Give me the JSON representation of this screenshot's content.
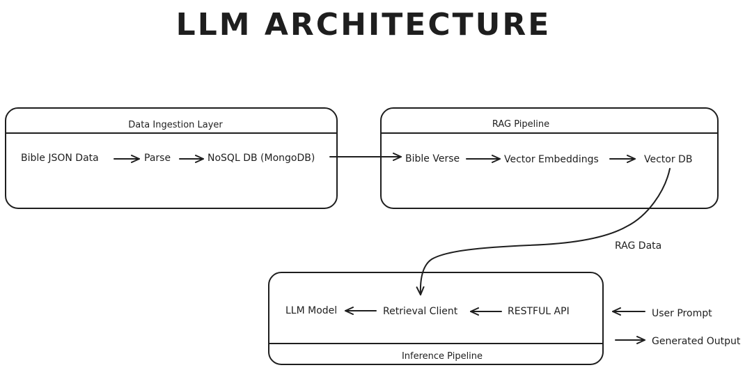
{
  "title": "LLM ARCHITECTURE",
  "ingestion": {
    "header": "Data Ingestion Layer",
    "nodes": [
      "Bible JSON Data",
      "Parse",
      "NoSQL DB (MongoDB)"
    ]
  },
  "rag": {
    "header": "RAG Pipeline",
    "nodes": [
      "Bible Verse",
      "Vector Embeddings",
      "Vector DB"
    ]
  },
  "rag_data_label": "RAG Data",
  "inference": {
    "header": "Inference Pipeline",
    "nodes": [
      "LLM Model",
      "Retrieval Client",
      "RESTFUL API"
    ]
  },
  "external": {
    "user_prompt": "User Prompt",
    "generated_output": "Generated Output"
  }
}
